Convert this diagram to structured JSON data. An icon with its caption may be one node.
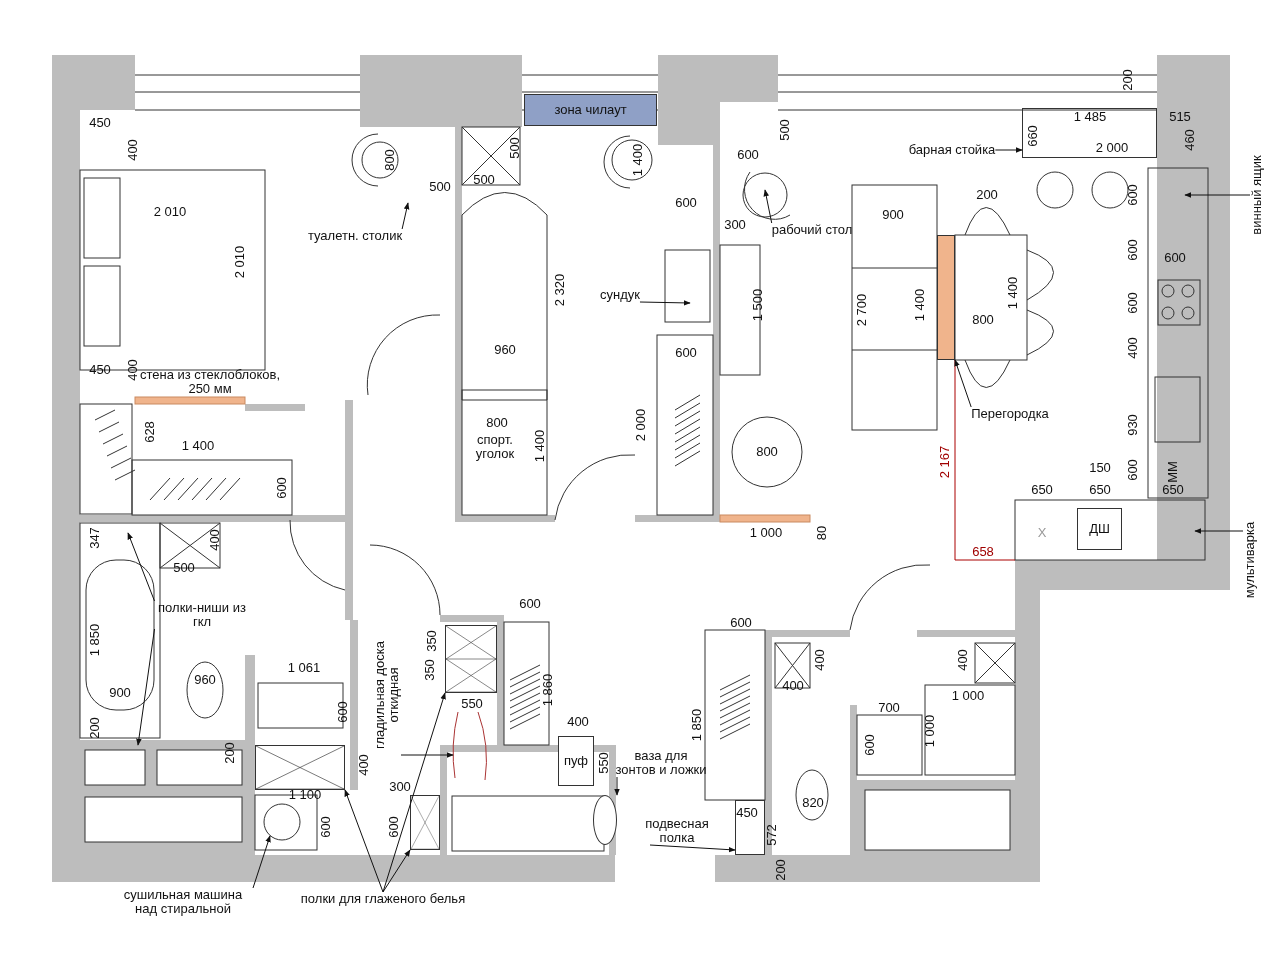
{
  "diagram": {
    "nodes": [
      {
        "text": [
          "зона чилаут"
        ]
      },
      {
        "text": [
          "барная стойка"
        ]
      },
      {
        "text": [
          "винный ящик"
        ]
      },
      {
        "text": [
          "туалетн. столик"
        ]
      },
      {
        "text": [
          "рабочий стол"
        ]
      },
      {
        "text": [
          "сундук"
        ]
      },
      {
        "text": [
          "Перегородка"
        ]
      },
      {
        "text": [
          "ДШ"
        ]
      },
      {
        "text": [
          "мультиварка"
        ]
      },
      {
        "text": [
          "полки-ниши из гкл"
        ]
      },
      {
        "text": [
          "гладильная доска откидная"
        ]
      },
      {
        "text": [
          "пуф"
        ]
      },
      {
        "text": [
          "ваза для зонтов и ложки"
        ]
      },
      {
        "text": [
          "подвесная полка"
        ]
      },
      {
        "text": [
          "сушильная машина над стиральной"
        ]
      },
      {
        "text": [
          "полки для глаженого белья"
        ]
      },
      {
        "text": [],
        "shape": "bar"
      },
      {
        "text": [],
        "shape": "ellipse"
      },
      {
        "text": [],
        "shape": "box"
      },
      {
        "text": [],
        "shape": "box"
      },
      {
        "text": [],
        "shape": "box"
      },
      {
        "text": [],
        "shape": "box"
      },
      {
        "text": [],
        "shape": "box"
      }
    ],
    "edges": [
      {
        "from": 1,
        "to": 21,
        "arrow": "to"
      },
      {
        "from": 2,
        "to": null,
        "arrow": "to"
      },
      {
        "from": 3,
        "to": null,
        "arrow": "to"
      },
      {
        "from": 4,
        "to": null,
        "arrow": "to"
      },
      {
        "from": 5,
        "to": null,
        "arrow": "to"
      },
      {
        "from": 6,
        "to": 16,
        "arrow": "to"
      },
      {
        "from": 8,
        "to": null,
        "arrow": "to"
      },
      {
        "from": 9,
        "to": null,
        "arrow": "to"
      },
      {
        "from": 9,
        "to": null,
        "arrow": "to"
      },
      {
        "from": 10,
        "to": null,
        "arrow": "to"
      },
      {
        "from": 12,
        "to": 17,
        "arrow": "to"
      },
      {
        "from": 13,
        "to": 22,
        "arrow": "to"
      },
      {
        "from": 14,
        "to": null,
        "arrow": "to"
      },
      {
        "from": 15,
        "to": 18,
        "arrow": "to"
      },
      {
        "from": 15,
        "to": 19,
        "arrow": "to"
      },
      {
        "from": 15,
        "to": 20,
        "arrow": "to"
      }
    ],
    "labels": [
      "200",
      "450",
      "1 485",
      "515",
      "400",
      "800",
      "500",
      "1 400",
      "600",
      "500",
      "660",
      "2 000",
      "460",
      "500",
      "500",
      "600",
      "200",
      "600",
      "2 010",
      "300",
      "900",
      "2 010",
      "600",
      "600",
      "2 320",
      "1 500",
      "2 700",
      "1 400",
      "800",
      "1 400",
      "600",
      "960",
      "600",
      "400",
      "450",
      "400",
      "стена из стеклоблоков, 250 мм",
      "628",
      "1 400",
      "800",
      "спорт. уголок",
      "1 400",
      "2 000",
      "800",
      "930",
      "2 167",
      "150",
      "600",
      "ММ",
      "600",
      "650",
      "650",
      "650",
      "347",
      "400",
      "1 000",
      "80",
      "658",
      "X",
      "500",
      "600",
      "600",
      "1 850",
      "350",
      "1 061",
      "350",
      "400",
      "400",
      "900",
      "960",
      "550",
      "1 860",
      "400",
      "1 000",
      "200",
      "600",
      "400",
      "1 850",
      "700",
      "1 000",
      "200",
      "400",
      "550",
      "600",
      "1 100",
      "300",
      "450",
      "820",
      "600",
      "600",
      "572",
      "200"
    ]
  }
}
